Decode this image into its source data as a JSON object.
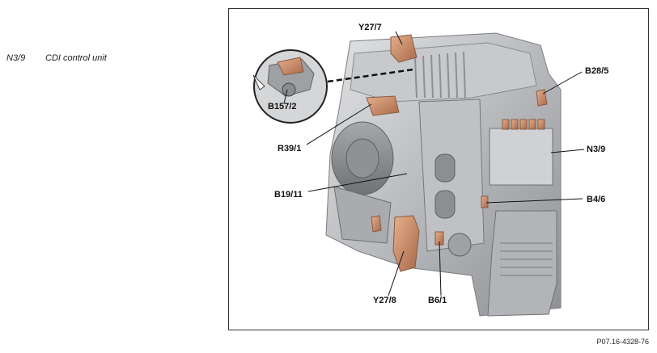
{
  "legend": {
    "code": "N3/9",
    "description": "CDI control unit"
  },
  "callouts": {
    "y27_7": "Y27/7",
    "b157_2": "B157/2",
    "r39_1": "R39/1",
    "b19_11": "B19/11",
    "b28_5": "B28/5",
    "n3_9": "N3/9",
    "b4_6": "B4/6",
    "y27_8": "Y27/8",
    "b6_1": "B6/1"
  },
  "figure_ref": "P07.16-4328-76",
  "colors": {
    "engine_grey": "#b9bbbe",
    "highlight_copper": "#c98a63",
    "frame_border": "#333333"
  }
}
